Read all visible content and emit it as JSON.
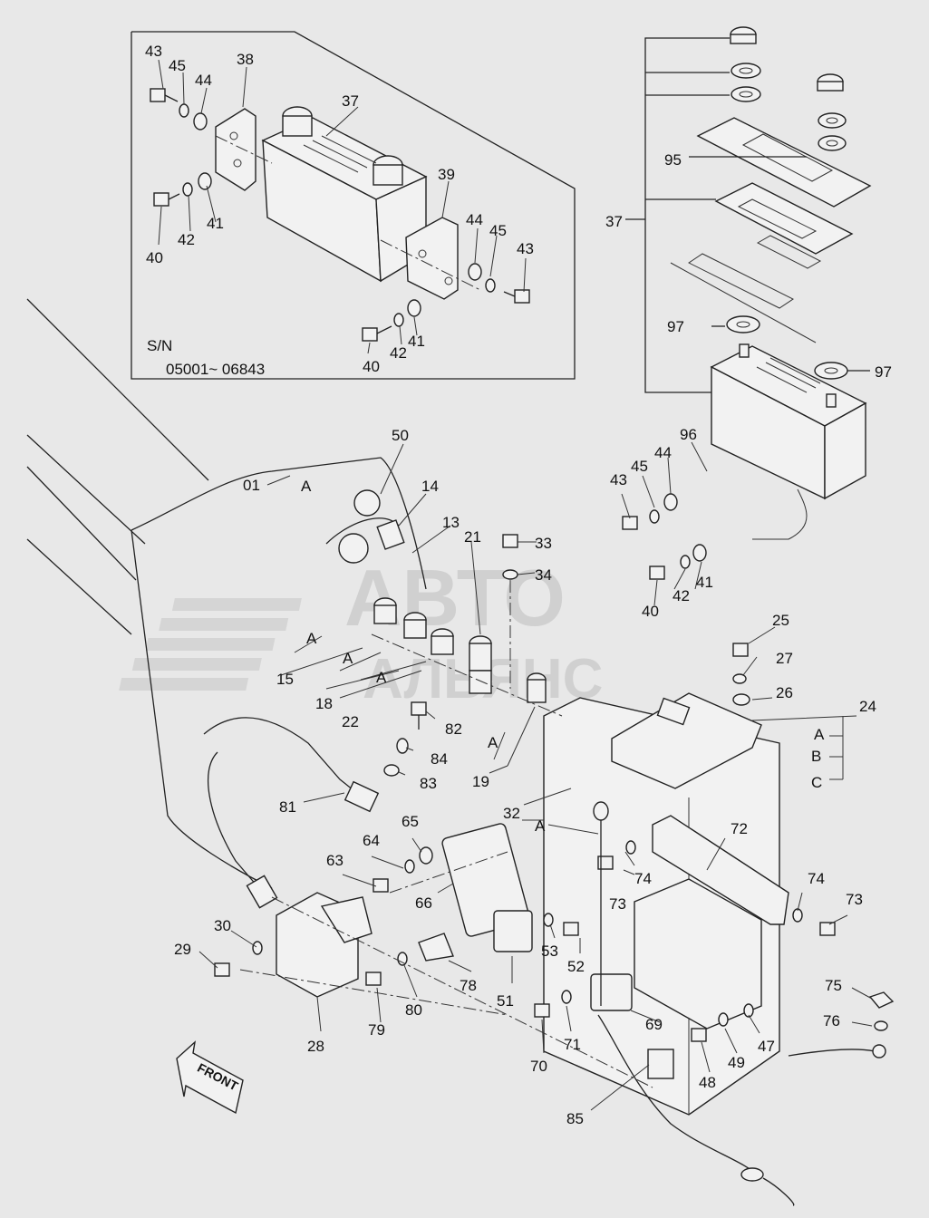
{
  "diagram": {
    "inset_serial_label": "S/N",
    "inset_serial_range": "05001~ 06843",
    "front_label": "FRONT",
    "watermark": {
      "line1": "АВТО",
      "line2": "АЛЬЯНС"
    },
    "callouts": [
      {
        "id": "c43a",
        "text": "43"
      },
      {
        "id": "c45a",
        "text": "45"
      },
      {
        "id": "c44a",
        "text": "44"
      },
      {
        "id": "c38",
        "text": "38"
      },
      {
        "id": "c37a",
        "text": "37"
      },
      {
        "id": "c39",
        "text": "39"
      },
      {
        "id": "c44b",
        "text": "44"
      },
      {
        "id": "c45b",
        "text": "45"
      },
      {
        "id": "c43b",
        "text": "43"
      },
      {
        "id": "c40a",
        "text": "40"
      },
      {
        "id": "c42a",
        "text": "42"
      },
      {
        "id": "c41a",
        "text": "41"
      },
      {
        "id": "c41b",
        "text": "41"
      },
      {
        "id": "c42b",
        "text": "42"
      },
      {
        "id": "c40b",
        "text": "40"
      },
      {
        "id": "c95",
        "text": "95"
      },
      {
        "id": "c37b",
        "text": "37"
      },
      {
        "id": "c97a",
        "text": "97"
      },
      {
        "id": "c97b",
        "text": "97"
      },
      {
        "id": "c50",
        "text": "50"
      },
      {
        "id": "c01",
        "text": "01"
      },
      {
        "id": "cA1",
        "text": "A"
      },
      {
        "id": "c14",
        "text": "14"
      },
      {
        "id": "c13",
        "text": "13"
      },
      {
        "id": "c21",
        "text": "21"
      },
      {
        "id": "c33",
        "text": "33"
      },
      {
        "id": "c34",
        "text": "34"
      },
      {
        "id": "c96",
        "text": "96"
      },
      {
        "id": "c44c",
        "text": "44"
      },
      {
        "id": "c45c",
        "text": "45"
      },
      {
        "id": "c43c",
        "text": "43"
      },
      {
        "id": "c41c",
        "text": "41"
      },
      {
        "id": "c42c",
        "text": "42"
      },
      {
        "id": "c40c",
        "text": "40"
      },
      {
        "id": "c25",
        "text": "25"
      },
      {
        "id": "c27",
        "text": "27"
      },
      {
        "id": "c26",
        "text": "26"
      },
      {
        "id": "c24",
        "text": "24"
      },
      {
        "id": "cA2",
        "text": "A"
      },
      {
        "id": "cB",
        "text": "B"
      },
      {
        "id": "cC",
        "text": "C"
      },
      {
        "id": "cA3",
        "text": "A"
      },
      {
        "id": "c15",
        "text": "15"
      },
      {
        "id": "cA4",
        "text": "A"
      },
      {
        "id": "cA5",
        "text": "A"
      },
      {
        "id": "c18",
        "text": "18"
      },
      {
        "id": "c22",
        "text": "22"
      },
      {
        "id": "c82",
        "text": "82"
      },
      {
        "id": "c84",
        "text": "84"
      },
      {
        "id": "c83",
        "text": "83"
      },
      {
        "id": "cA6",
        "text": "A"
      },
      {
        "id": "c19",
        "text": "19"
      },
      {
        "id": "c81",
        "text": "81"
      },
      {
        "id": "c32",
        "text": "32"
      },
      {
        "id": "cA7",
        "text": "A"
      },
      {
        "id": "c72",
        "text": "72"
      },
      {
        "id": "c64",
        "text": "64"
      },
      {
        "id": "c65",
        "text": "65"
      },
      {
        "id": "c63",
        "text": "63"
      },
      {
        "id": "c66",
        "text": "66"
      },
      {
        "id": "c73a",
        "text": "73"
      },
      {
        "id": "c74a",
        "text": "74"
      },
      {
        "id": "c74b",
        "text": "74"
      },
      {
        "id": "c73b",
        "text": "73"
      },
      {
        "id": "c30",
        "text": "30"
      },
      {
        "id": "c29",
        "text": "29"
      },
      {
        "id": "c53",
        "text": "53"
      },
      {
        "id": "c52",
        "text": "52"
      },
      {
        "id": "c78",
        "text": "78"
      },
      {
        "id": "c51",
        "text": "51"
      },
      {
        "id": "c79",
        "text": "79"
      },
      {
        "id": "c80",
        "text": "80"
      },
      {
        "id": "c28",
        "text": "28"
      },
      {
        "id": "c69",
        "text": "69"
      },
      {
        "id": "c47",
        "text": "47"
      },
      {
        "id": "c49",
        "text": "49"
      },
      {
        "id": "c48",
        "text": "48"
      },
      {
        "id": "c71",
        "text": "71"
      },
      {
        "id": "c70",
        "text": "70"
      },
      {
        "id": "c75",
        "text": "75"
      },
      {
        "id": "c76",
        "text": "76"
      },
      {
        "id": "c85",
        "text": "85"
      }
    ]
  }
}
